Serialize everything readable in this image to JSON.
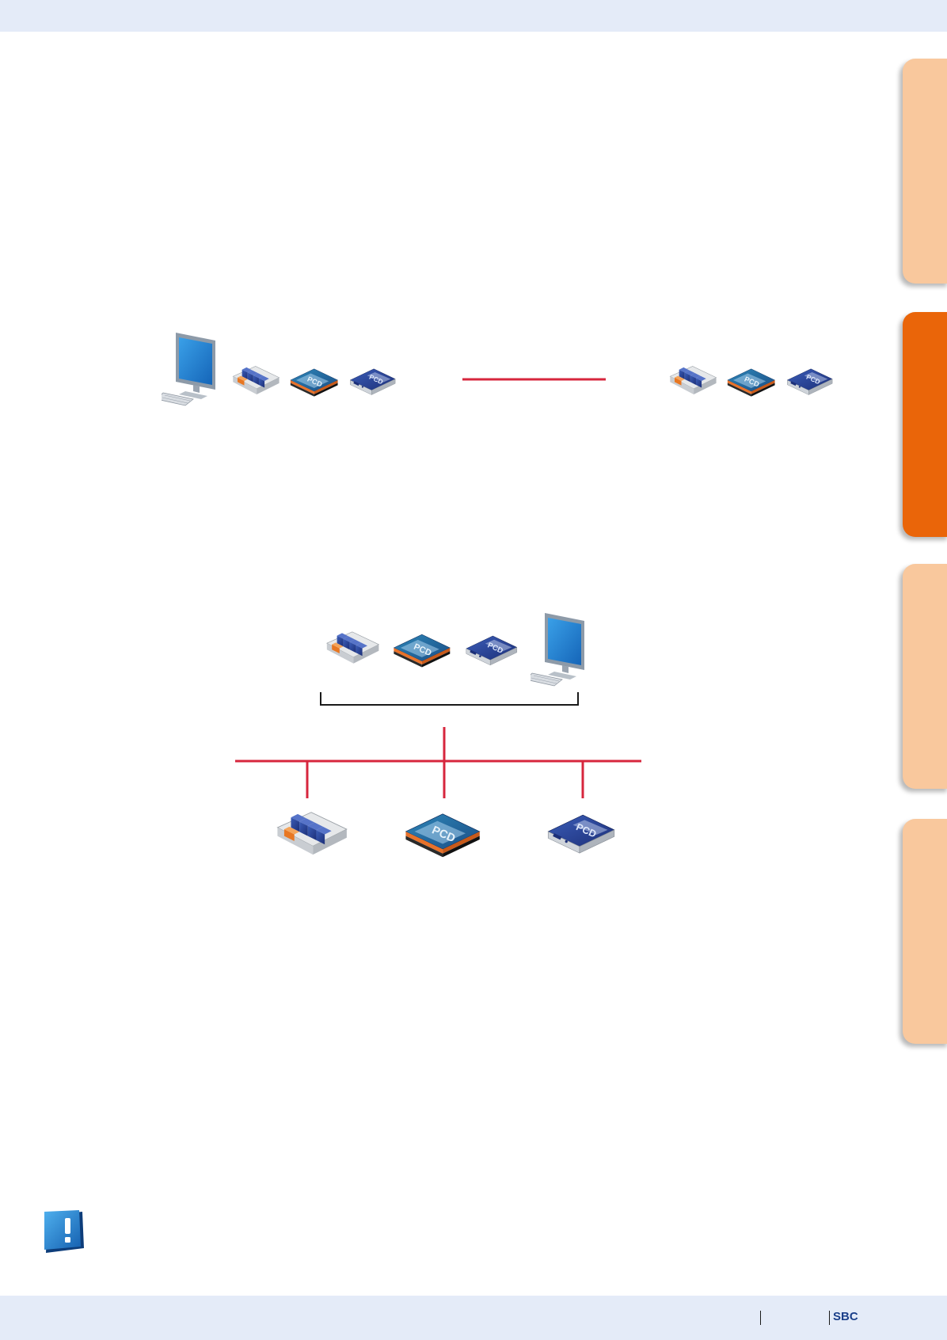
{
  "footer": {
    "brand": "SBC"
  },
  "side_tabs": [
    {
      "state": "inactive",
      "color": "#f9c89d"
    },
    {
      "state": "active",
      "color": "#ea6509"
    },
    {
      "state": "inactive",
      "color": "#f9c89d"
    },
    {
      "state": "inactive",
      "color": "#f9c89d"
    }
  ],
  "colors": {
    "connection_line": "#d7263d",
    "page_band": "#e4ebf8",
    "brand": "#1a3f8a"
  },
  "diagram_point_to_point": {
    "left_devices": [
      "computer-icon",
      "plc-modular-icon",
      "pcd-controller-icon",
      "pcd-compact-icon"
    ],
    "right_devices": [
      "plc-modular-icon",
      "pcd-controller-icon",
      "pcd-compact-icon"
    ]
  },
  "diagram_bus": {
    "top_devices": [
      "plc-modular-icon",
      "pcd-controller-icon",
      "pcd-compact-icon",
      "computer-icon"
    ],
    "bus_devices": [
      "plc-modular-icon",
      "pcd-controller-icon",
      "pcd-compact-icon"
    ]
  },
  "note_icon": "exclamation-note-icon"
}
